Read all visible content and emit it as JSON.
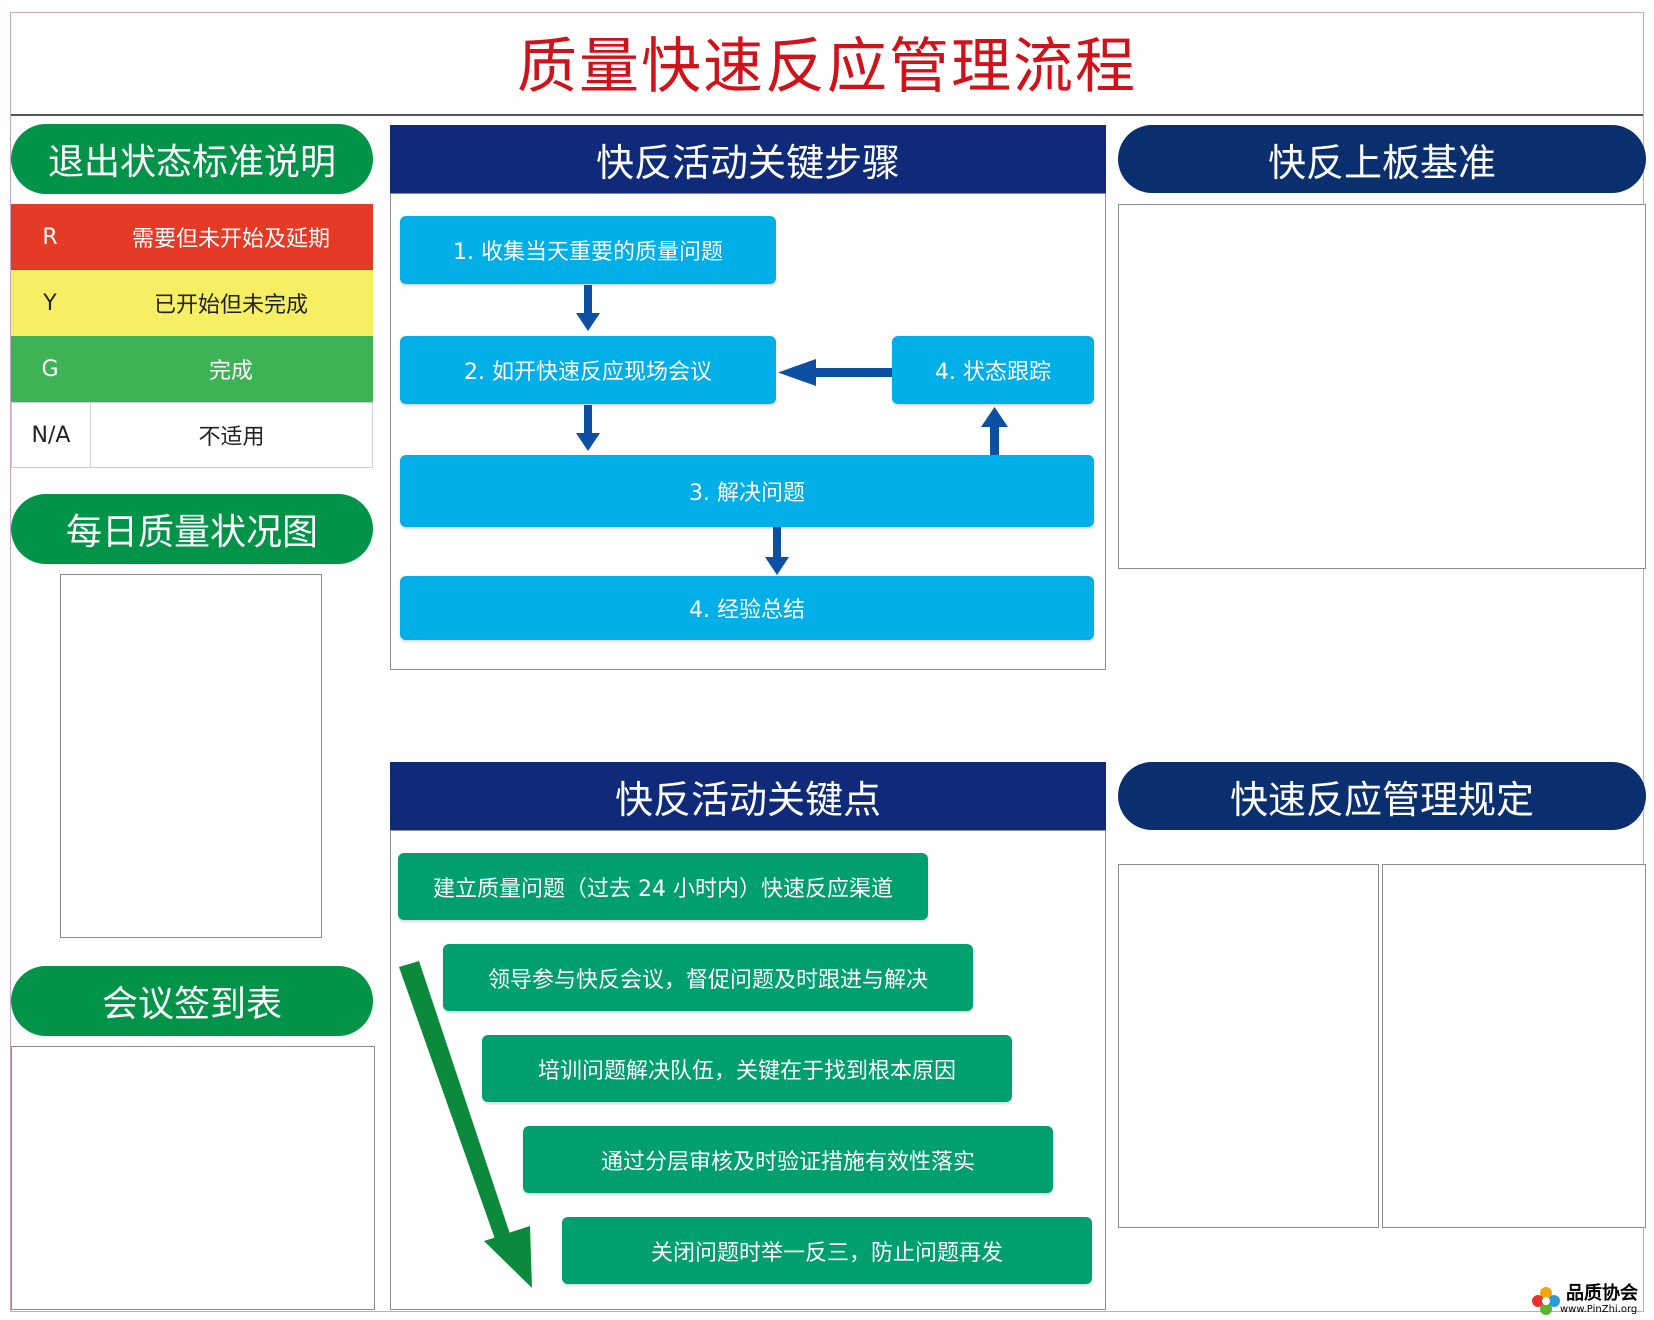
{
  "title": "质量快速反应管理流程",
  "left": {
    "status_header": "退出状态标准说明",
    "status_rows": [
      {
        "code": "R",
        "desc": "需要但未开始及延期",
        "color": "#e53a26"
      },
      {
        "code": "Y",
        "desc": "已开始但未完成",
        "color": "#f7ef63"
      },
      {
        "code": "G",
        "desc": "完成",
        "color": "#3db356"
      },
      {
        "code": "N/A",
        "desc": "不适用",
        "color": "#ffffff"
      }
    ],
    "daily_header": "每日质量状况图",
    "signin_header": "会议签到表"
  },
  "steps": {
    "header": "快反活动关键步骤",
    "items": [
      "1. 收集当天重要的质量问题",
      "2. 如开快速反应现场会议",
      "4. 状态跟踪",
      "3. 解决问题",
      "4. 经验总结"
    ]
  },
  "points": {
    "header": "快反活动关键点",
    "items": [
      "建立质量问题（过去 24 小时内）快速反应渠道",
      "领导参与快反会议，督促问题及时跟进与解决",
      "培训问题解决队伍，关键在于找到根本原因",
      "通过分层审核及时验证措施有效性落实",
      "关闭问题时举一反三，防止问题再发"
    ]
  },
  "right": {
    "criteria_header": "快反上板基准",
    "rules_header": "快速反应管理规定"
  },
  "logo": {
    "name": "品质协会",
    "url": "www.PinZhi.org"
  },
  "colors": {
    "title": "#d0121b",
    "green": "#019347",
    "navy": "#0a2f6e",
    "step": "#00aee8",
    "point": "#00a06e",
    "arrow_blue": "#0d4fa3",
    "arrow_green": "#0a8a3a"
  }
}
